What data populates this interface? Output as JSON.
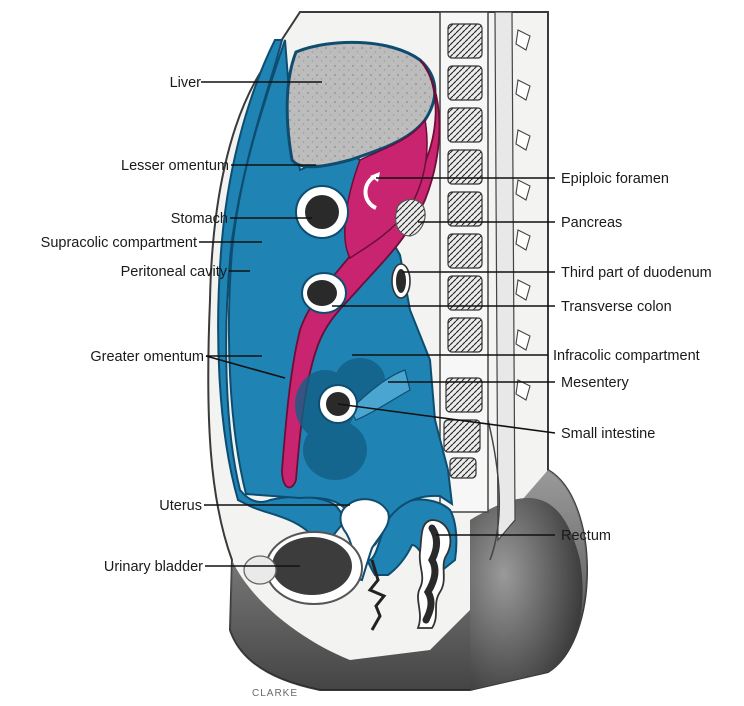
{
  "diagram": {
    "labels": {
      "liver": "Liver",
      "lesser_omentum": "Lesser omentum",
      "stomach": "Stomach",
      "supracolic": "Supracolic compartment",
      "peritoneal_cavity": "Peritoneal cavity",
      "greater_omentum": "Greater omentum",
      "uterus": "Uterus",
      "urinary_bladder": "Urinary bladder",
      "epiploic_foramen": "Epiploic foramen",
      "pancreas": "Pancreas",
      "third_duodenum": "Third part of duodenum",
      "transverse_colon": "Transverse colon",
      "infracolic": "Infracolic compartment",
      "mesentery": "Mesentery",
      "small_intestine": "Small intestine",
      "rectum": "Rectum"
    },
    "signature": "CLARKE",
    "colors": {
      "greater_sac": "#1f84b4",
      "greater_sac_dark": "#135f86",
      "lesser_sac": "#c9246f",
      "liver": "#b9b9b9",
      "tissue": "#f3f3f1",
      "skin_shadow": "#3a3a3a"
    }
  }
}
